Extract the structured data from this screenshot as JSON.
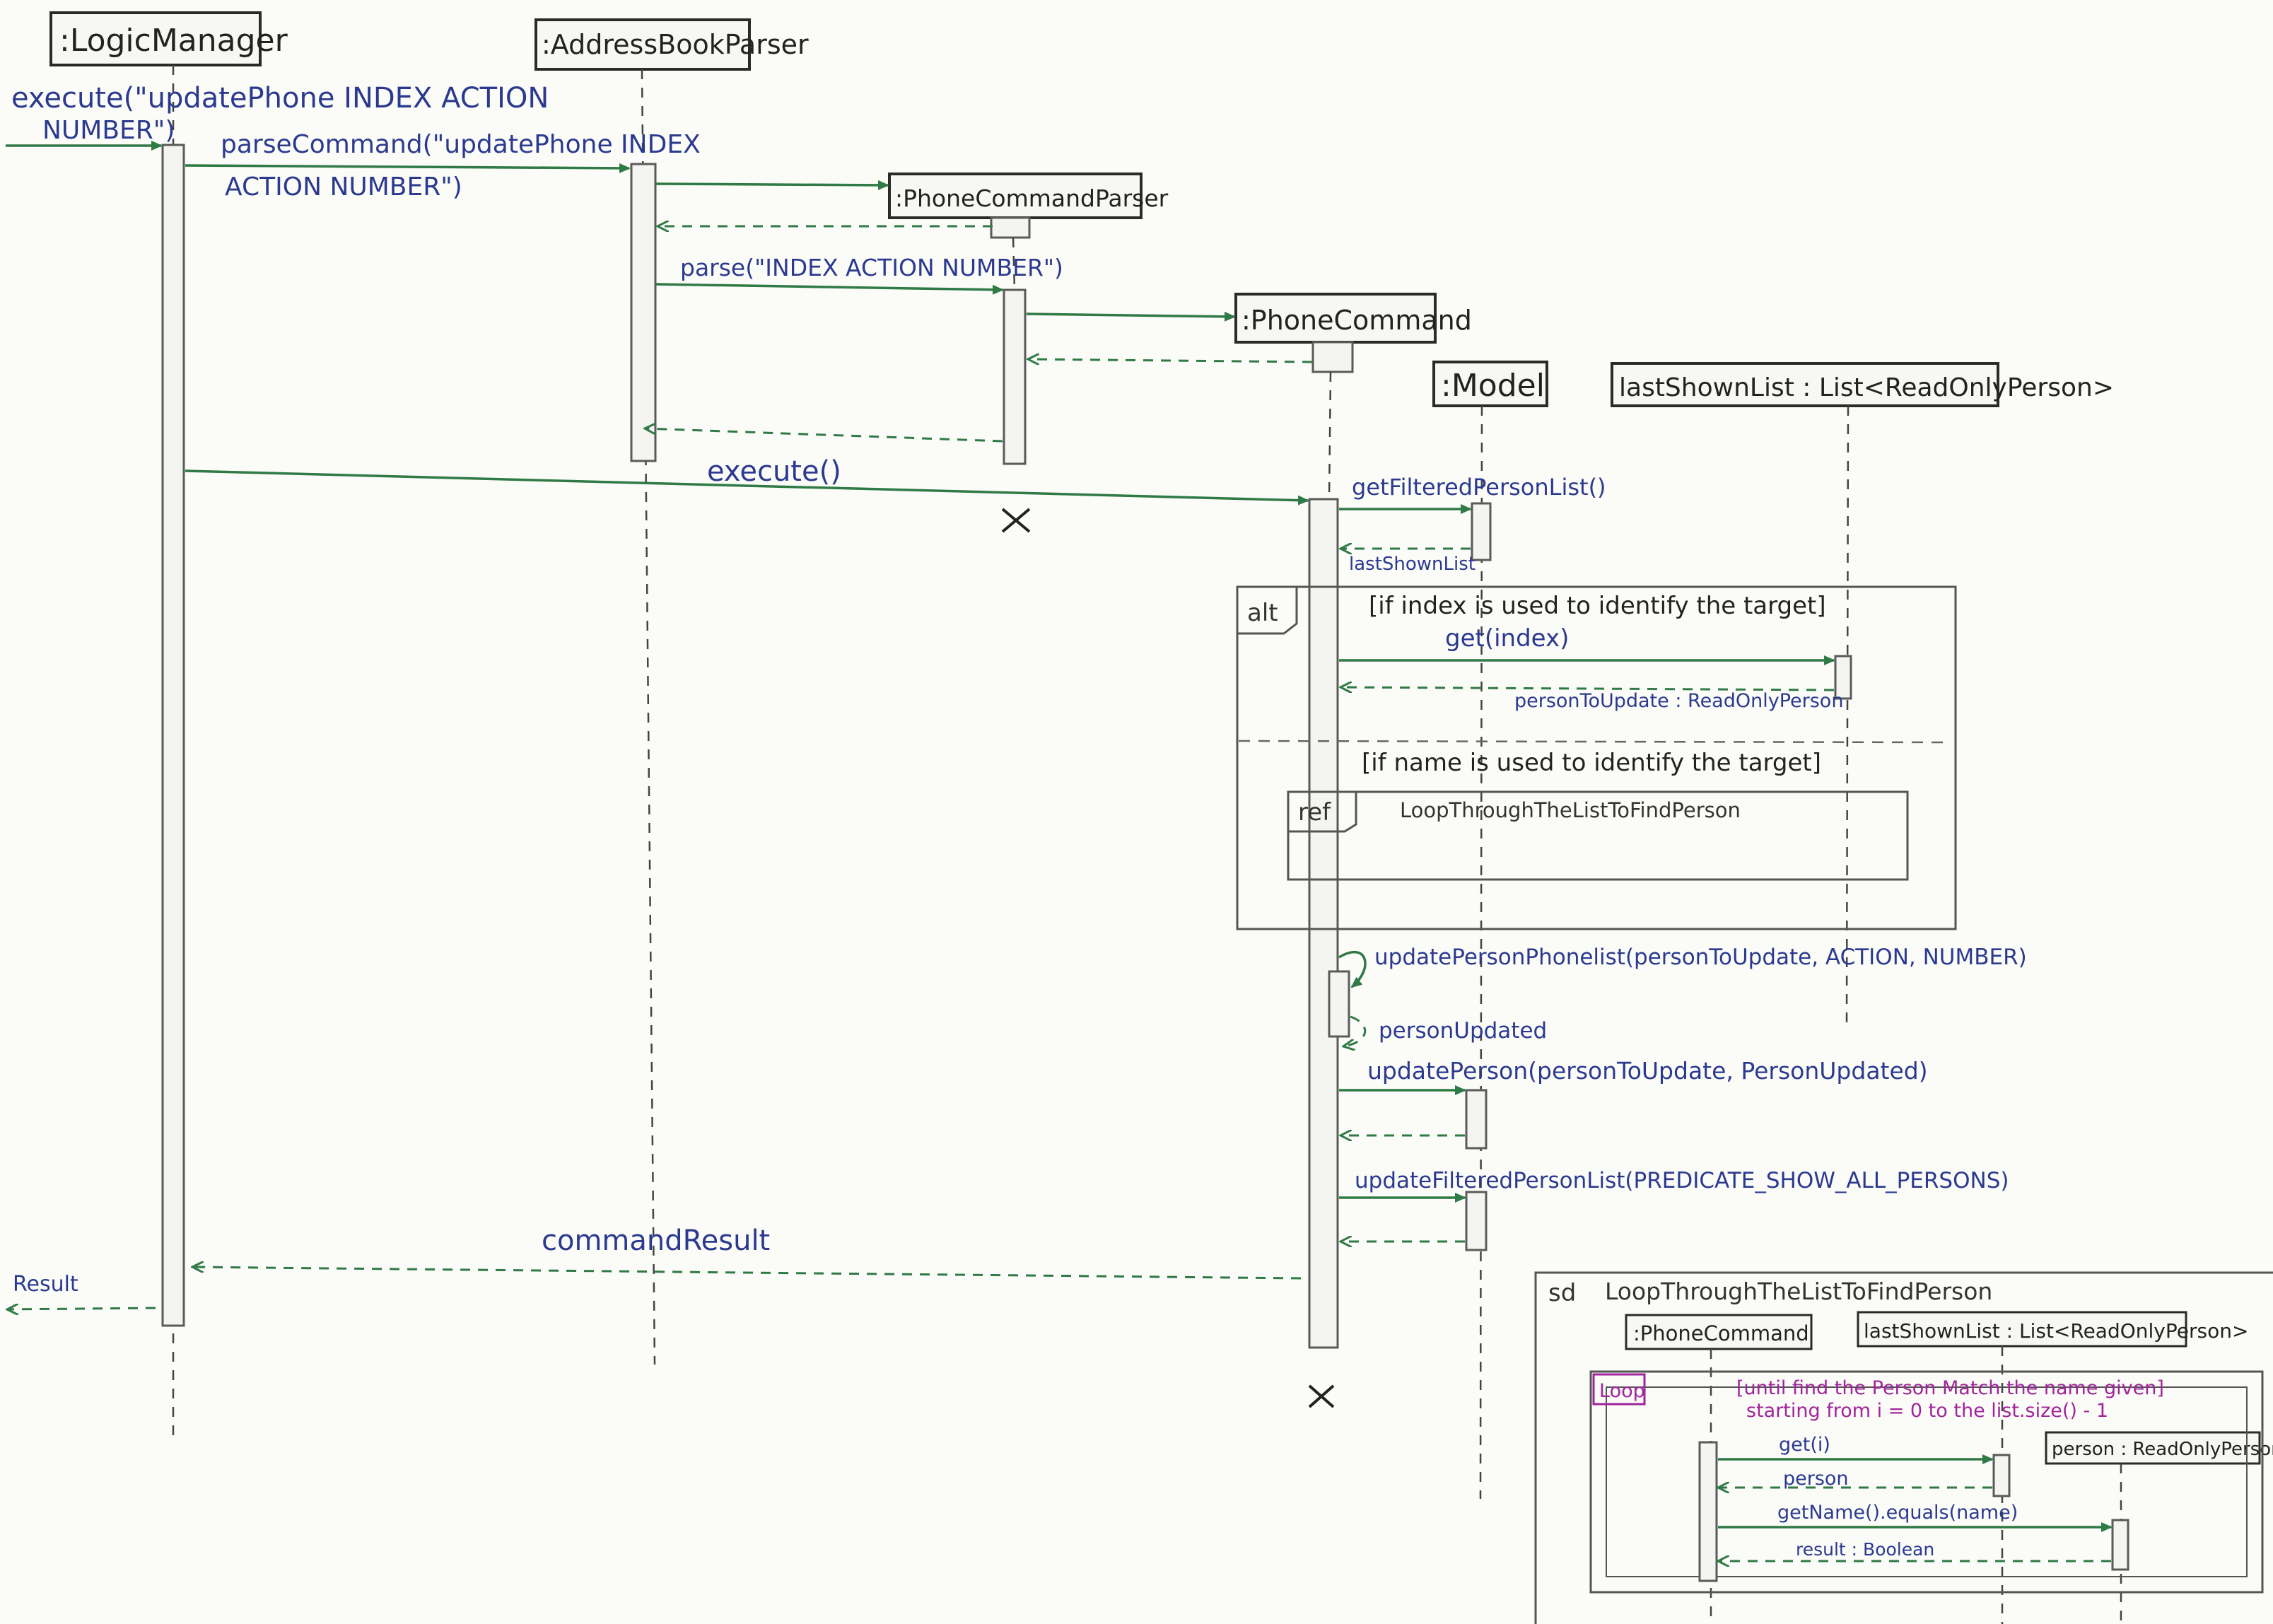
{
  "lifelines": {
    "logic_manager": ":LogicManager",
    "address_book_parser": ":AddressBookParser",
    "phone_command_parser": ":PhoneCommandParser",
    "phone_command": ":PhoneCommand",
    "model": ":Model",
    "last_shown_list": "lastShownList : List<ReadOnlyPerson>"
  },
  "messages": {
    "execute_in_1": "execute(\"updatePhone INDEX ACTION",
    "execute_in_2": "NUMBER\")",
    "parse_command_1": "parseCommand(\"updatePhone INDEX",
    "parse_command_2": "ACTION NUMBER\")",
    "parse": "parse(\"INDEX ACTION NUMBER\")",
    "execute": "execute()",
    "get_filtered": "getFilteredPersonList()",
    "last_shown_list": "lastShownList",
    "get_index": "get(index)",
    "person_to_update": "personToUpdate : ReadOnlyPerson",
    "update_phonelist": "updatePersonPhonelist(personToUpdate, ACTION, NUMBER)",
    "person_updated": "personUpdated",
    "update_person": "updatePerson(personToUpdate, PersonUpdated)",
    "update_filtered": "updateFilteredPersonList(PREDICATE_SHOW_ALL_PERSONS)",
    "command_result": "commandResult",
    "result": "Result"
  },
  "alt_frame": {
    "tag": "alt",
    "guard_1": "[if index is used to identify the target]",
    "guard_2": "[if name is used to identify the target]",
    "ref_tag": "ref",
    "ref_name": "LoopThroughTheListToFindPerson"
  },
  "sd_frame": {
    "tag": "sd",
    "name": "LoopThroughTheListToFindPerson",
    "phone_command": ":PhoneCommand",
    "last_shown_list": "lastShownList : List<ReadOnlyPerson>",
    "person": "person : ReadOnlyPerson",
    "loop_tag": "Loop",
    "loop_guard_1": "[until find the Person Match the name given]",
    "loop_guard_2": "starting from i = 0 to the list.size() - 1",
    "get_i": "get(i)",
    "person_ret": "person",
    "get_name": "getName().equals(name)",
    "result_ret": "result : Boolean"
  },
  "colors": {
    "paper": "#fbfbf8",
    "message_line": "#2f7a45",
    "label_ink": "#2b3a8f",
    "loop_guard_ink": "#a0259b"
  }
}
